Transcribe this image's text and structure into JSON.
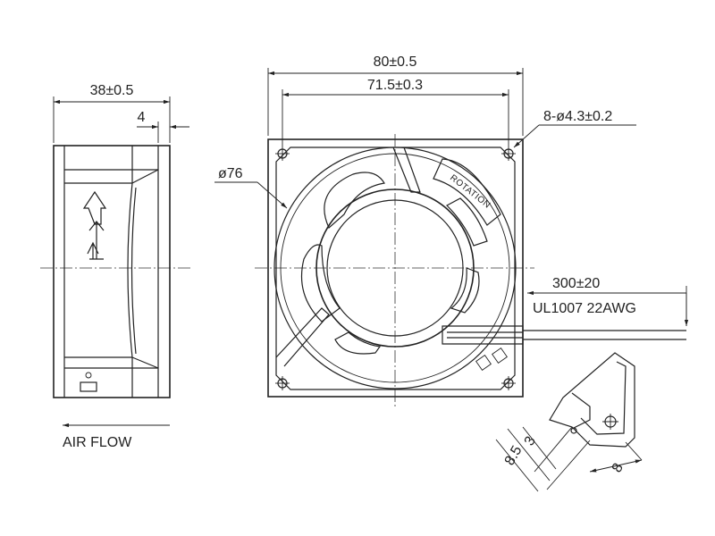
{
  "side_view": {
    "width_dim": "38±0.5",
    "flange_dim": "4",
    "airflow_label": "AIR FLOW"
  },
  "front_view": {
    "outer_dim": "80±0.5",
    "hole_spacing_dim": "71.5±0.3",
    "hole_dim": "8-ø4.3±0.2",
    "diameter_dim": "ø76",
    "rotation_label": "ROTATION",
    "cable_length_dim": "300±20",
    "cable_spec": "UL1007  22AWG"
  },
  "detail_view": {
    "dim_a": "8.5",
    "dim_b": "3",
    "dim_c": "8"
  }
}
